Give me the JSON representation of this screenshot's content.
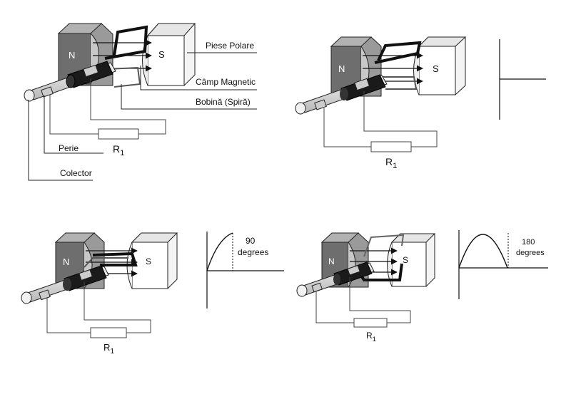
{
  "labels": {
    "pole_pieces": "Piese Polare",
    "magnetic_field": "Câmp Magnetic",
    "coil": "Bobină (Spiră)",
    "brush": "Perie",
    "commutator": "Colector"
  },
  "panels": [
    {
      "north": "N",
      "south": "S",
      "resistor": "R1",
      "angle_label": "",
      "angle_value": ""
    },
    {
      "north": "N",
      "south": "S",
      "resistor": "R1",
      "angle_label": "",
      "angle_value": ""
    },
    {
      "north": "N",
      "south": "S",
      "resistor": "R1",
      "angle_label": "degrees",
      "angle_value": "90"
    },
    {
      "north": "N",
      "south": "S",
      "resistor": "R1",
      "angle_label": "degrees",
      "angle_value": "180"
    }
  ],
  "colors": {
    "magnet_dark": "#6e6e6e",
    "magnet_mid": "#9a9a9a",
    "magnet_light": "#c4c4c4",
    "coil": "#111111",
    "line": "#222222"
  }
}
